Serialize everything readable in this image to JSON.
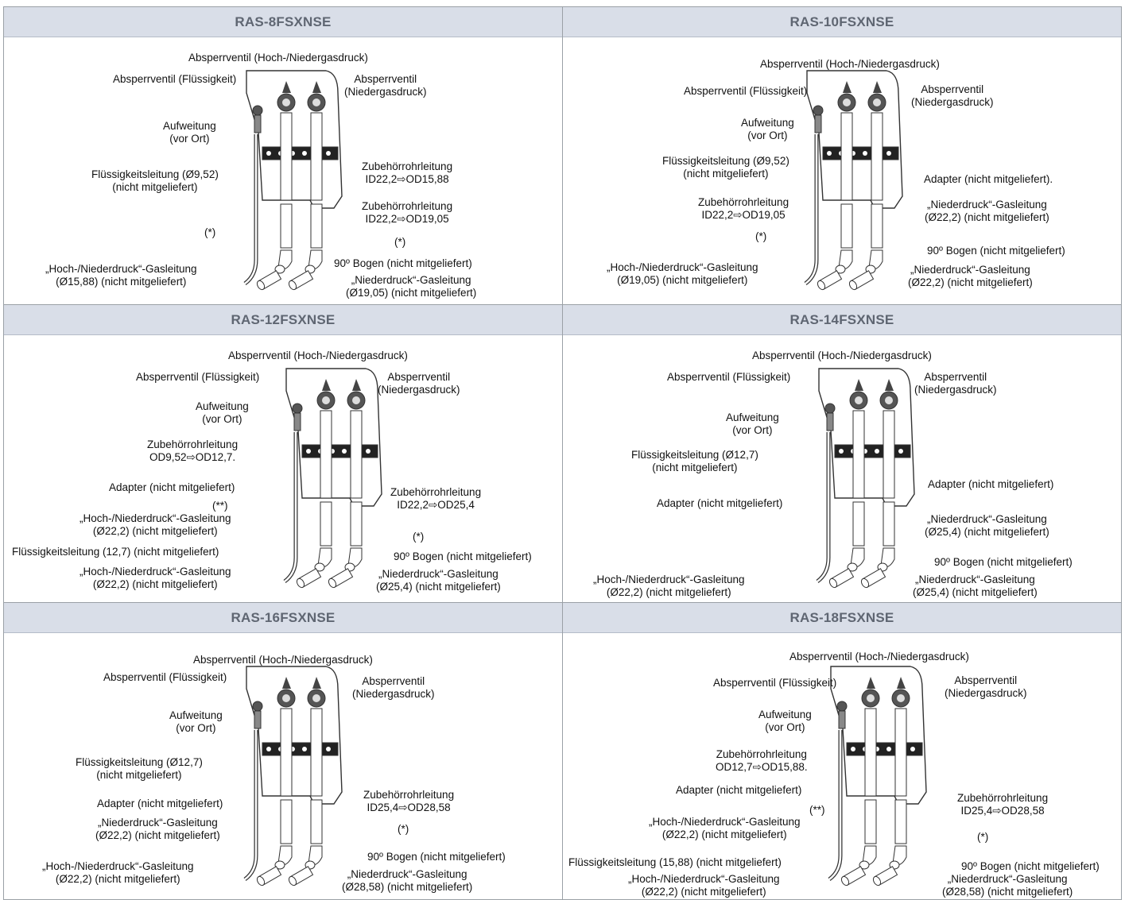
{
  "panels": [
    {
      "title": "RAS-8FSXNSE",
      "labels": {
        "valve_hl": "Absperrventil (Hoch-/Niedergasdruck)",
        "valve_liq": "Absperrventil (Flüssigkeit)",
        "valve_lo": "Absperrventil\n(Niedergasdruck)",
        "flare": "Aufweitung\n(vor Ort)",
        "liq_line": "Flüssigkeitsleitung (Ø9,52)\n(nicht mitgeliefert)",
        "acc1": "Zubehörrohrleitung\nID22,2⇨OD15,88",
        "acc2": "Zubehörrohrleitung\nID22,2⇨OD19,05",
        "star1": "(*)",
        "star2": "(*)",
        "elbow": "90º Bogen (nicht mitgeliefert)",
        "hl_gas": "„Hoch-/Niederdruck“-Gasleitung\n(Ø15,88) (nicht mitgeliefert)",
        "lo_gas": "„Niederdruck“-Gasleitung\n(Ø19,05) (nicht mitgeliefert)"
      }
    },
    {
      "title": "RAS-10FSXNSE",
      "labels": {
        "valve_hl": "Absperrventil (Hoch-/Niedergasdruck)",
        "valve_liq": "Absperrventil (Flüssigkeit)",
        "valve_lo": "Absperrventil\n(Niedergasdruck)",
        "flare": "Aufweitung\n(vor Ort)",
        "liq_line": "Flüssigkeitsleitung (Ø9,52)\n(nicht mitgeliefert)",
        "adapter": "Adapter (nicht mitgeliefert).",
        "acc1": "Zubehörrohrleitung\nID22,2⇨OD19,05",
        "lo_gas_top": "„Niederdruck“-Gasleitung\n(Ø22,2) (nicht mitgeliefert)",
        "star1": "(*)",
        "elbow": "90º Bogen (nicht mitgeliefert)",
        "hl_gas": "„Hoch-/Niederdruck“-Gasleitung\n(Ø19,05) (nicht mitgeliefert)",
        "lo_gas": "„Niederdruck“-Gasleitung\n(Ø22,2) (nicht mitgeliefert)"
      }
    },
    {
      "title": "RAS-12FSXNSE",
      "labels": {
        "valve_hl": "Absperrventil (Hoch-/Niedergasdruck)",
        "valve_liq": "Absperrventil (Flüssigkeit)",
        "valve_lo": "Absperrventil\n(Niedergasdruck)",
        "flare": "Aufweitung\n(vor Ort)",
        "acc_liq": "Zubehörrohrleitung\nOD9,52⇨OD12,7.",
        "adapter": "Adapter (nicht mitgeliefert)",
        "star2": "(**)",
        "acc1": "Zubehörrohrleitung\nID22,2⇨OD25,4",
        "hl_gas_top": "„Hoch-/Niederdruck“-Gasleitung\n(Ø22,2) (nicht mitgeliefert)",
        "star1": "(*)",
        "liq_line": "Flüssigkeitsleitung (12,7) (nicht mitgeliefert)",
        "elbow": "90º Bogen (nicht mitgeliefert)",
        "hl_gas": "„Hoch-/Niederdruck“-Gasleitung\n(Ø22,2) (nicht mitgeliefert)",
        "lo_gas": "„Niederdruck“-Gasleitung\n(Ø25,4) (nicht mitgeliefert)"
      }
    },
    {
      "title": "RAS-14FSXNSE",
      "labels": {
        "valve_hl": "Absperrventil (Hoch-/Niedergasdruck)",
        "valve_liq": "Absperrventil (Flüssigkeit)",
        "valve_lo": "Absperrventil\n(Niedergasdruck)",
        "flare": "Aufweitung\n(vor Ort)",
        "liq_line": "Flüssigkeitsleitung (Ø12,7)\n(nicht mitgeliefert)",
        "adapter_r": "Adapter (nicht mitgeliefert)",
        "adapter_l": "Adapter (nicht mitgeliefert)",
        "lo_gas_top": "„Niederdruck“-Gasleitung\n(Ø25,4) (nicht mitgeliefert)",
        "elbow": "90º Bogen (nicht mitgeliefert)",
        "hl_gas": "„Hoch-/Niederdruck“-Gasleitung\n(Ø22,2) (nicht mitgeliefert)",
        "lo_gas": "„Niederdruck“-Gasleitung\n(Ø25,4) (nicht mitgeliefert)"
      }
    },
    {
      "title": "RAS-16FSXNSE",
      "labels": {
        "valve_hl": "Absperrventil (Hoch-/Niedergasdruck)",
        "valve_liq": "Absperrventil (Flüssigkeit)",
        "valve_lo": "Absperrventil\n(Niedergasdruck)",
        "flare": "Aufweitung\n(vor Ort)",
        "liq_line": "Flüssigkeitsleitung (Ø12,7)\n(nicht mitgeliefert)",
        "adapter": "Adapter (nicht mitgeliefert)",
        "acc1": "Zubehörrohrleitung\nID25,4⇨OD28,58",
        "lo_gas_top": "„Niederdruck“-Gasleitung\n(Ø22,2) (nicht mitgeliefert)",
        "star1": "(*)",
        "elbow": "90º Bogen (nicht mitgeliefert)",
        "hl_gas": "„Hoch-/Niederdruck“-Gasleitung\n(Ø22,2) (nicht mitgeliefert)",
        "lo_gas": "„Niederdruck“-Gasleitung\n(Ø28,58) (nicht mitgeliefert)"
      }
    },
    {
      "title": "RAS-18FSXNSE",
      "labels": {
        "valve_hl": "Absperrventil (Hoch-/Niedergasdruck)",
        "valve_liq": "Absperrventil (Flüssigkeit)",
        "valve_lo": "Absperrventil\n(Niedergasdruck)",
        "flare": "Aufweitung\n(vor Ort)",
        "acc_liq": "Zubehörrohrleitung\nOD12,7⇨OD15,88.",
        "adapter": "Adapter (nicht mitgeliefert)",
        "star2": "(**)",
        "acc1": "Zubehörrohrleitung\nID25,4⇨OD28,58",
        "hl_gas_top": "„Hoch-/Niederdruck“-Gasleitung\n(Ø22,2) (nicht mitgeliefert)",
        "star1": "(*)",
        "liq_line": "Flüssigkeitsleitung (15,88) (nicht mitgeliefert)",
        "elbow": "90º Bogen (nicht mitgeliefert)",
        "hl_gas": "„Hoch-/Niederdruck“-Gasleitung\n(Ø22,2) (nicht mitgeliefert)",
        "lo_gas": "„Niederdruck“-Gasleitung\n(Ø28,58) (nicht mitgeliefert)"
      }
    }
  ]
}
